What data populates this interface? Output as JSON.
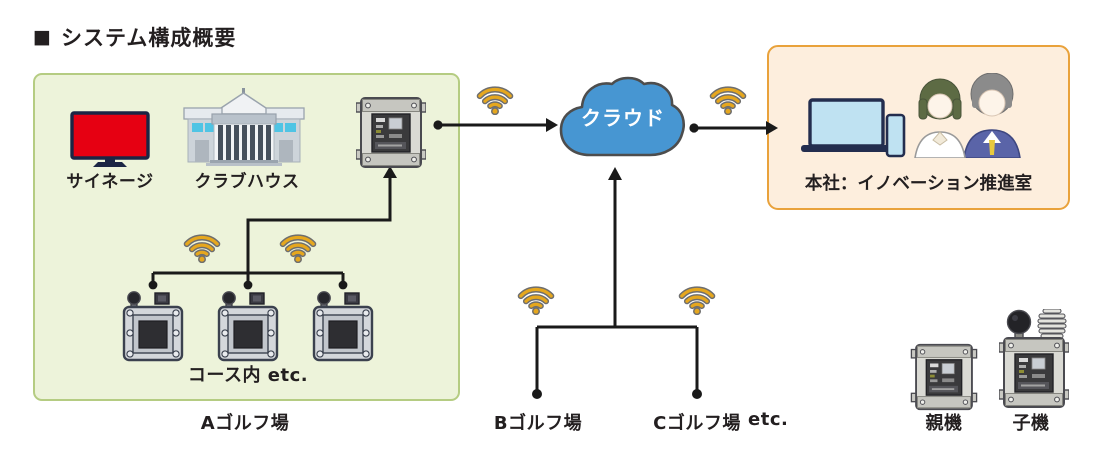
{
  "title": {
    "text": "システム構成概要"
  },
  "site_a": {
    "name": "Aゴルフ場",
    "signage": "サイネージ",
    "clubhouse": "クラブハウス",
    "course": "コース内 etc."
  },
  "cloud": {
    "label": "クラウド"
  },
  "headquarters": {
    "label": "本社：イノベーション推進室"
  },
  "other_sites": {
    "site_b": "Bゴルフ場",
    "site_c": "Cゴルフ場",
    "etc": "etc."
  },
  "device_legend": {
    "parent": "親機",
    "child": "子機"
  },
  "icons": {
    "title_bullet": "■",
    "wifi": "wifi-arcs",
    "cloud": "cloud-shape"
  },
  "colors": {
    "site_box_fill": "#edf3da",
    "site_box_border": "#b5cc82",
    "hq_box_fill": "#fdeedd",
    "hq_box_border": "#e9a23b",
    "cloud_fill": "#4796d2",
    "wifi_gold": "#e6a71e",
    "signage_red": "#e60012",
    "connector_line": "#1a1a1a"
  }
}
